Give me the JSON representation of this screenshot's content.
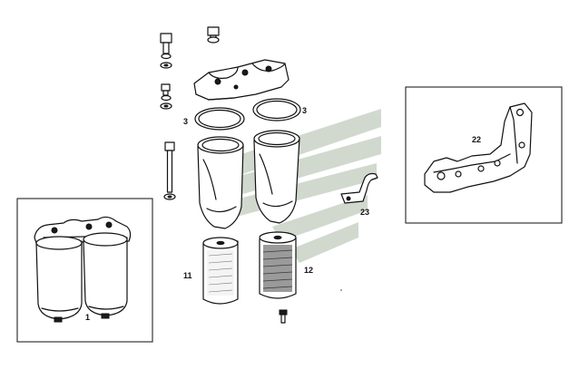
{
  "diagram": {
    "callouts": {
      "item_1": "1",
      "item_3_left": "3",
      "item_3_right": "3",
      "item_11": "11",
      "item_12": "12",
      "item_22": "22",
      "item_23": "23"
    },
    "colors": {
      "line": "#111111",
      "watermark": "#c9d3c7",
      "background": "#ffffff"
    }
  }
}
